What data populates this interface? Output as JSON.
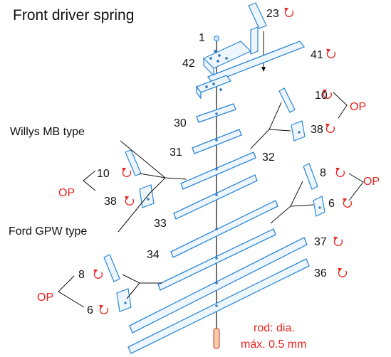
{
  "title": "Front driver spring",
  "parts": {
    "p1": "1",
    "p23": "23",
    "p42": "42",
    "p41": "41",
    "p10_top": "10",
    "op_top": "OP",
    "p38_top": "38",
    "p30": "30",
    "p31": "31",
    "p32": "32",
    "p10_left": "10",
    "op_left": "OP",
    "p38_left": "38",
    "p8_right": "8",
    "op_right": "OP",
    "p6_right": "6",
    "p33": "33",
    "p34": "34",
    "p37": "37",
    "p36": "36",
    "p8_bottom": "8",
    "op_bottom": "OP",
    "p6_bottom": "6"
  },
  "callouts": {
    "willys": "Willys MB type",
    "ford": "Ford GPW type"
  },
  "note": {
    "line1": "rod: dia.",
    "line2": "máx. 0.5 mm"
  },
  "colors": {
    "part_blue": "#2a86d8",
    "label_red": "#e8231f",
    "text_black": "#111111"
  },
  "icons": {
    "rotate": "rotate-arrow-icon"
  }
}
